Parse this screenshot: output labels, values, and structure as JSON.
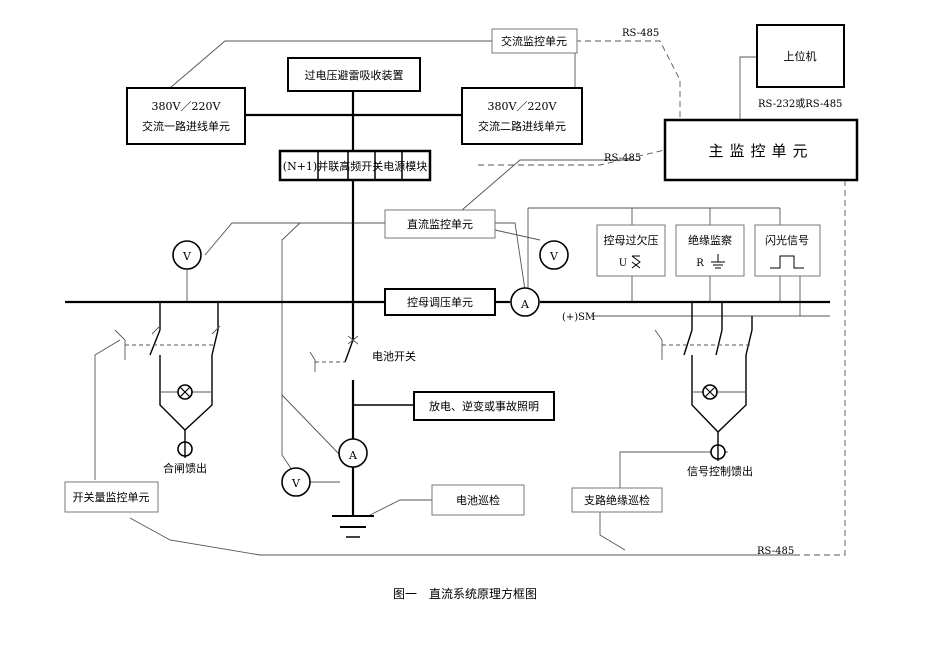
{
  "diagram": {
    "caption": "图一　直流系统原理方框图",
    "boxes": {
      "ac_monitor": "交流监控单元",
      "host": "上位机",
      "surge": "过电压避雷吸收装置",
      "ac_in1": [
        "380V／220V",
        "交流一路进线单元"
      ],
      "ac_in2": [
        "380V／220V",
        "交流二路进线单元"
      ],
      "main_monitor": "主监控单元",
      "rectifier": "(N+1)并联高频开关电源模块",
      "dc_monitor": "直流监控单元",
      "bus_ov_uv": "控母过欠压",
      "insulation": "绝缘监察",
      "flash_signal": "闪光信号",
      "bus_regulator": "控母调压单元",
      "emergency": "放电、逆变或事故照明",
      "switch_monitor": "开关量监控单元",
      "battery_patrol": "电池巡检",
      "branch_insulation": "支路绝缘巡检"
    },
    "labels": {
      "rs485_top": "RS-485",
      "rs485_mid": "RS-485",
      "rs485_bottom": "RS-485",
      "rs232": "RS-232或RS-485",
      "sm": "(+)SM",
      "battery_switch": "电池开关",
      "close_feeder": "合闸馈出",
      "signal_feeder": "信号控制馈出",
      "meter_v": "V",
      "meter_a": "A",
      "symbol_u": "U",
      "symbol_r": "R"
    }
  }
}
